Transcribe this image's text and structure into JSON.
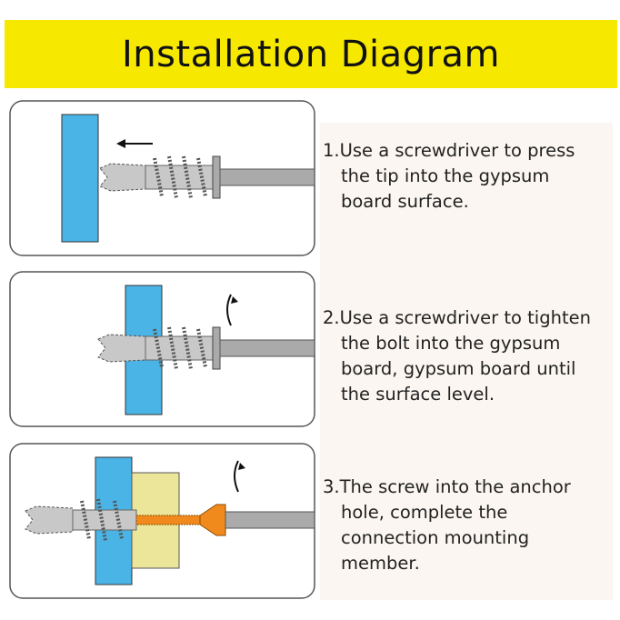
{
  "title": "Installation Diagram",
  "colors": {
    "banner": "#f7e800",
    "gypsum": "#4ab4e6",
    "wood": "#ece69a",
    "screw": "#f08a1c",
    "anchor": "#c8c8c8"
  },
  "steps": [
    {
      "number": "1.",
      "lines": [
        "Use a screwdriver to press",
        "the tip into the gypsum",
        "board surface."
      ],
      "icon": "arrow-left-icon"
    },
    {
      "number": "2.",
      "lines": [
        "Use a screwdriver to tighten",
        "the bolt into the gypsum",
        "board, gypsum board until",
        "the surface level."
      ],
      "icon": "rotate-icon"
    },
    {
      "number": "3.",
      "lines": [
        "The screw into the anchor",
        "hole, complete the",
        "connection mounting",
        "member."
      ],
      "icon": "rotate-icon"
    }
  ]
}
